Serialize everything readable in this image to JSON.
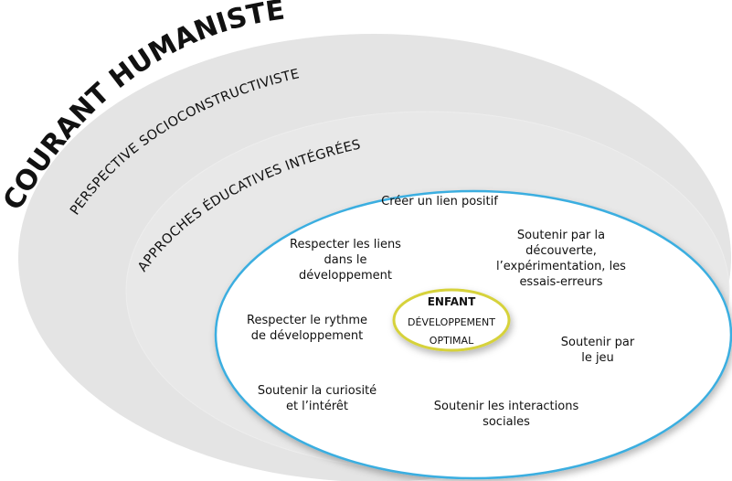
{
  "title": "COURANT HUMANISTE",
  "rings": {
    "perspective": "PERSPECTIVE SOCIOCONSTRUCTIVISTE",
    "approches": "APPROCHES ÉDUCATIVES INTÉGRÉES"
  },
  "center": {
    "title": "ENFANT",
    "line1": "DÉVELOPPEMENT",
    "line2": "OPTIMAL"
  },
  "practices": {
    "lien_positif": "Créer un lien positif",
    "liens_dev": [
      "Respecter les liens",
      "dans le",
      "développement"
    ],
    "decouverte": [
      "Soutenir par la",
      "découverte,",
      "l’expérimentation, les",
      "essais-erreurs"
    ],
    "rythme": [
      "Respecter le rythme",
      "de développement"
    ],
    "jeu": [
      "Soutenir par",
      "le jeu"
    ],
    "curiosite": [
      "Soutenir la curiosité",
      "et l’intérêt"
    ],
    "interactions": [
      "Soutenir les interactions",
      "sociales"
    ]
  },
  "colors": {
    "outer_fill": "#e4e4e4",
    "inner_fill": "#ffffff",
    "inner_stroke": "#3aaee0",
    "center_stroke": "#d6d23a"
  }
}
